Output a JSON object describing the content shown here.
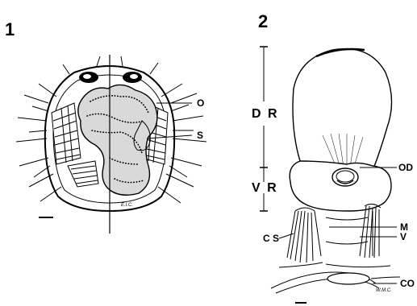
{
  "figure1": {
    "number": "1",
    "labels": {
      "o": "O",
      "s": "S"
    },
    "signature": "E.I.C."
  },
  "figure2": {
    "number": "2",
    "labels": {
      "dr": "D R",
      "vr": "V R",
      "od": "OD",
      "m": "M",
      "v": "V",
      "cs": "C S",
      "co": "CO"
    },
    "signature": "W.M.C."
  }
}
